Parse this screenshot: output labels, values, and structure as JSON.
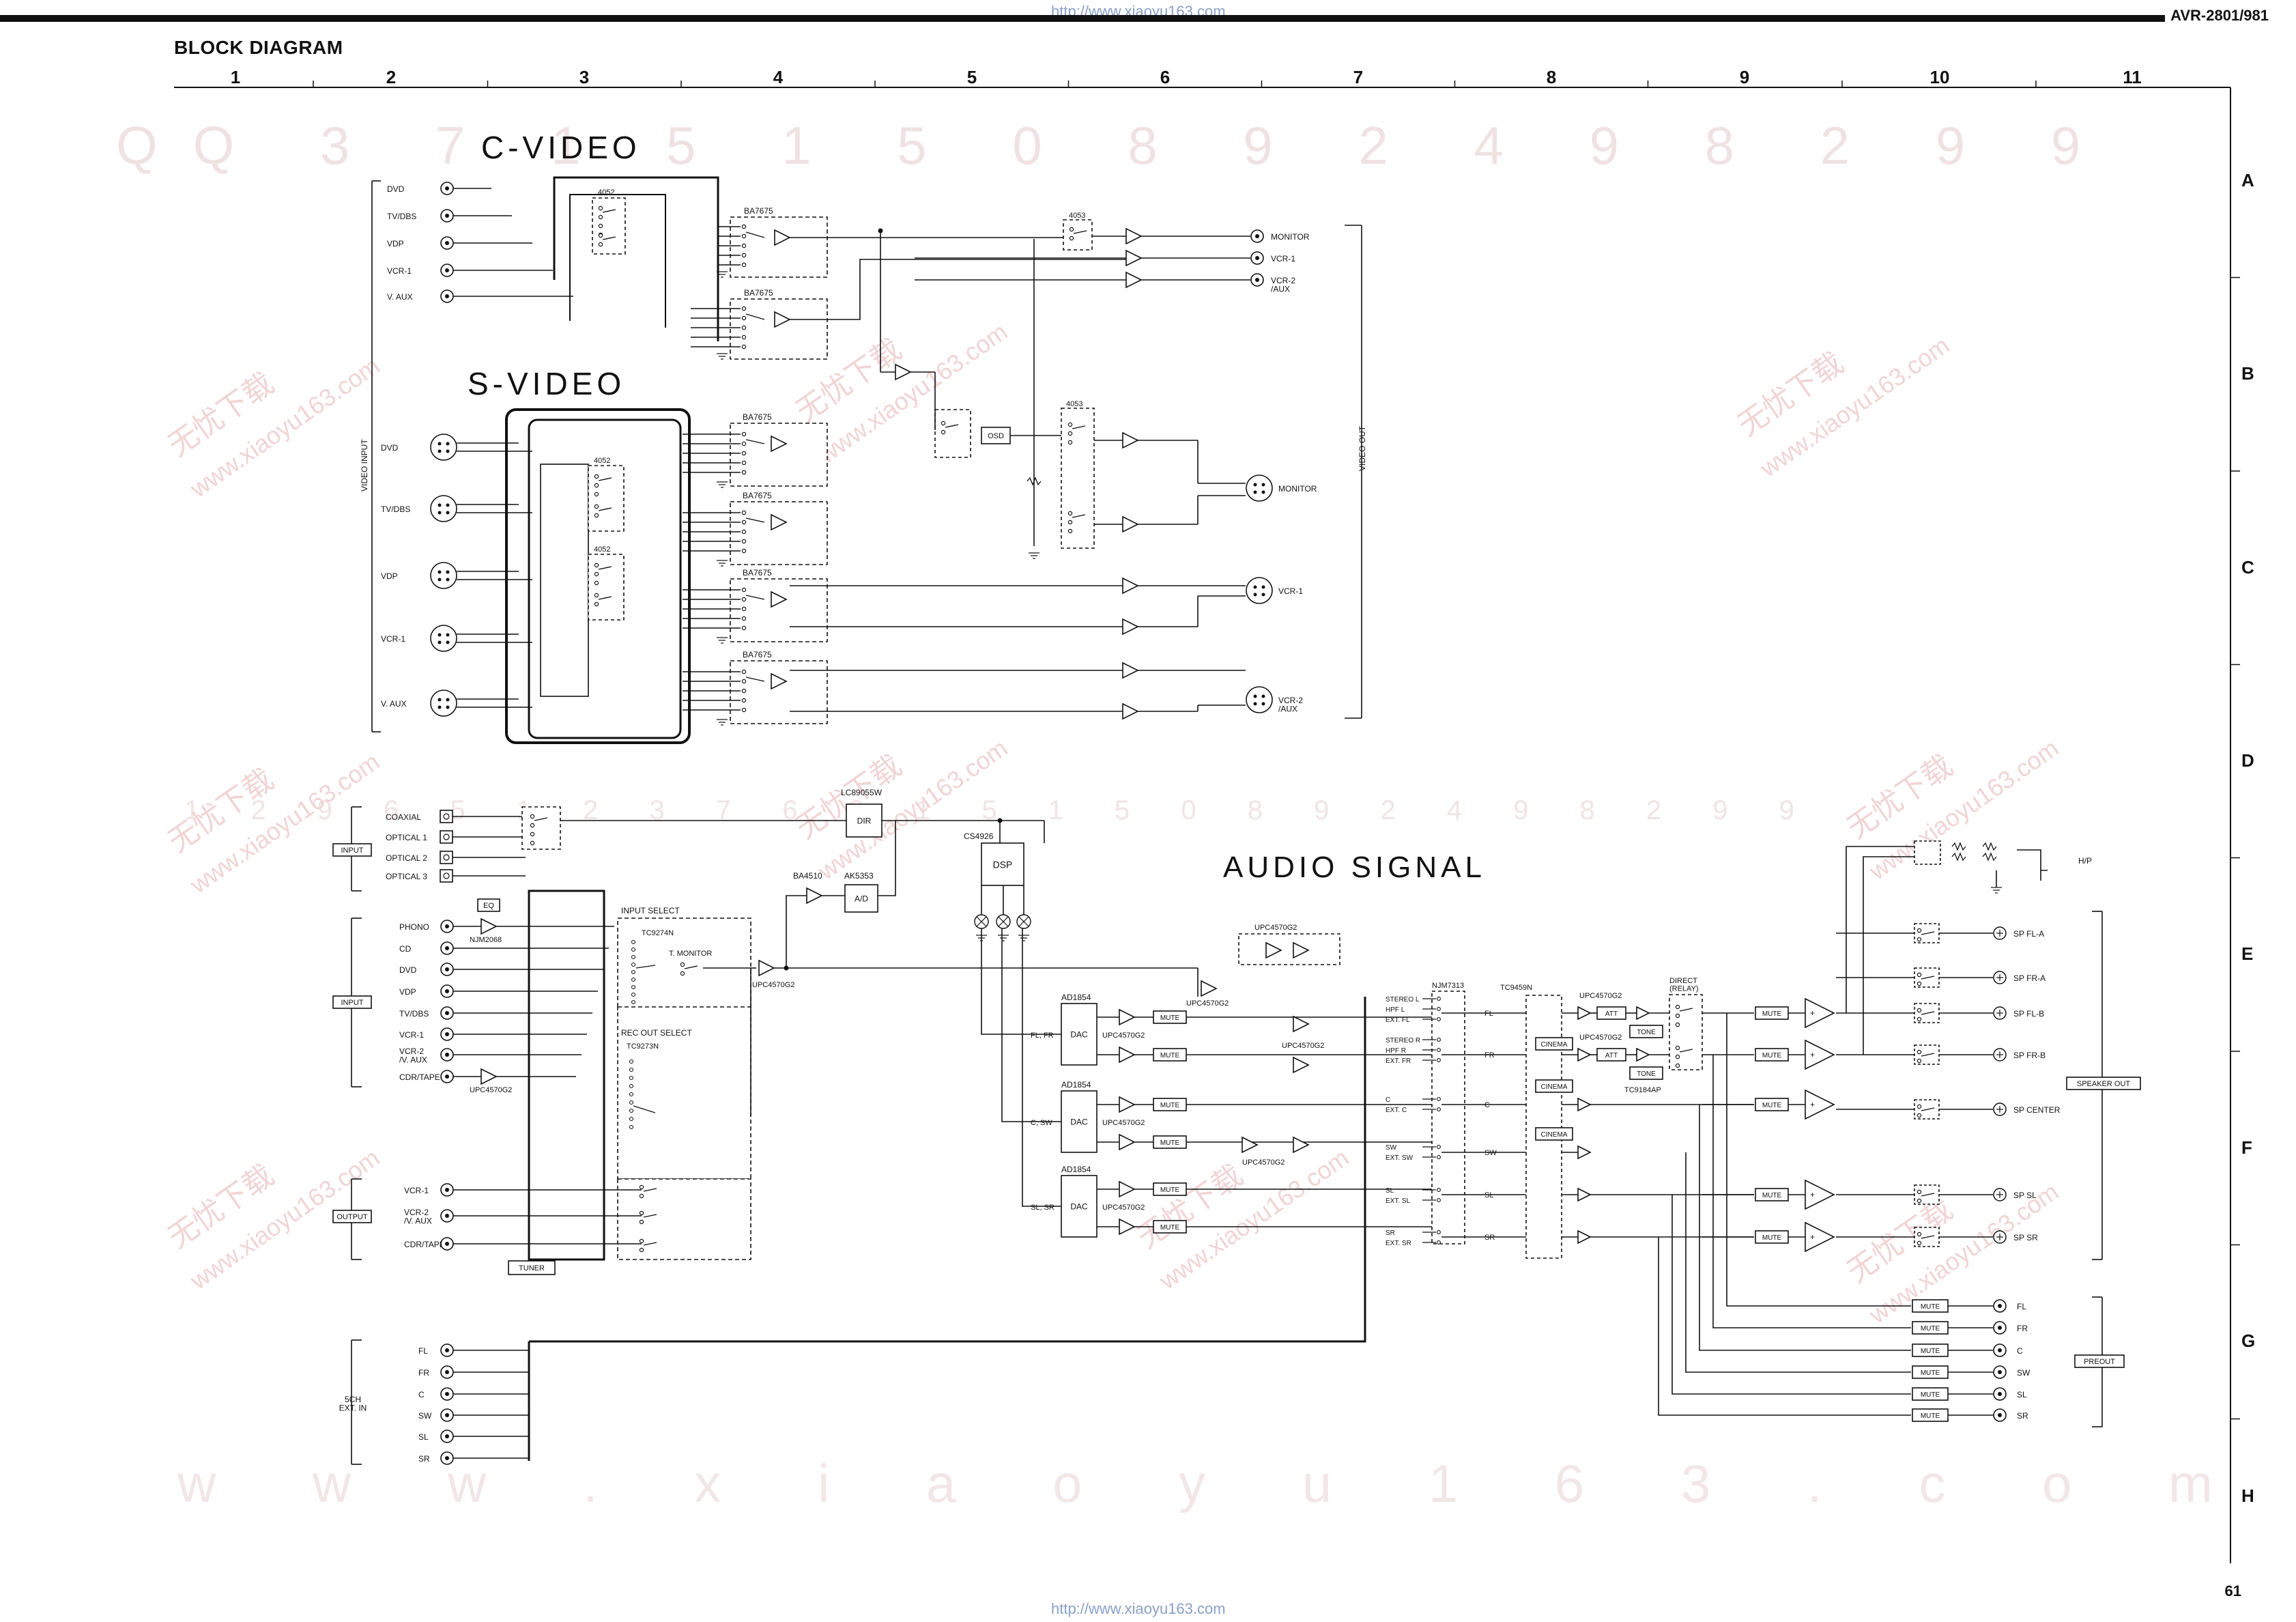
{
  "header": {
    "url": "http://www.xiaoyu163.com",
    "model": "AVR-2801/981",
    "title": "BLOCK DIAGRAM",
    "page": "61"
  },
  "grid": {
    "columns": [
      "1",
      "2",
      "3",
      "4",
      "5",
      "6",
      "7",
      "8",
      "9",
      "10",
      "11"
    ],
    "rows": [
      "A",
      "B",
      "C",
      "D",
      "E",
      "F",
      "G",
      "H"
    ]
  },
  "sections": {
    "cvideo": "C-VIDEO",
    "svideo": "S-VIDEO",
    "audio": "AUDIO SIGNAL"
  },
  "watermarks": {
    "top_digits": "QQ 3 7 1 5 1 5 0   8 9 2 4 9 8 2 9 9",
    "mid_digits": "1 2 9 6 5 1 2 3 7 6 3 1 5 1 5 0 8 9 2 4 9 8 2 9 9",
    "bottom": "w w w . x i a o y u 1 6 3 . c o m",
    "cn": "无忧下载",
    "site": "www.xiaoyu163.com"
  },
  "cvideo": {
    "inputs": [
      "DVD",
      "TV/DBS",
      "VDP",
      "VCR-1",
      "V. AUX"
    ],
    "ic_4052": "4052",
    "ba7675": "BA7675",
    "ic_4053": "4053",
    "outputs": [
      "MONITOR",
      "VCR-1",
      "VCR-2\n/AUX"
    ]
  },
  "svideo": {
    "inputs": [
      "DVD",
      "TV/DBS",
      "VDP",
      "VCR-1",
      "V. AUX"
    ],
    "ic_4052a": "4052",
    "ic_4052b": "4052",
    "ba7675": "BA7675",
    "ic_4053": "4053",
    "osd": "OSD",
    "outputs": [
      "MONITOR",
      "VCR-1",
      "VCR-2\n/AUX"
    ],
    "video_input": "VIDEO INPUT",
    "video_out": "VIDEO OUT"
  },
  "audio": {
    "digital_inputs": [
      "COAXIAL",
      "OPTICAL 1",
      "OPTICAL 2",
      "OPTICAL 3"
    ],
    "input_label": "INPUT",
    "dir_label": "DIR",
    "lc89055w": "LC89055W",
    "cs4926": "CS4926",
    "dsp": "DSP",
    "ba4510": "BA4510",
    "ak5353": "AK5353",
    "ad": "A/D",
    "analog_inputs": [
      "PHONO",
      "CD",
      "DVD",
      "VDP",
      "TV/DBS",
      "VCR-1",
      "VCR-2\n/V. AUX",
      "CDR/TAPE"
    ],
    "eq": "EQ",
    "njm2068": "NJM2068",
    "upc4570g2": "UPC4570G2",
    "input_select": "INPUT SELECT",
    "tc9274n": "TC9274N",
    "t_monitor": "T. MONITOR",
    "rec_out_select": "REC OUT SELECT",
    "tc9273n": "TC9273N",
    "output_label": "OUTPUT",
    "rec_outputs": [
      "VCR-1",
      "VCR-2\n/V. AUX",
      "CDR/TAPE"
    ],
    "tuner": "TUNER",
    "ext_in_label": "5CH\nEXT. IN",
    "ext_inputs": [
      "FL",
      "FR",
      "C",
      "SW",
      "SL",
      "SR"
    ],
    "ad1854": "AD1854",
    "dac": "DAC",
    "mute": "MUTE",
    "dac_pairs": [
      "FL, FR",
      "C, SW",
      "SL, SR"
    ],
    "njm7313": "NJM7313",
    "selector_lines": [
      "STEREO L",
      "HPF L",
      "EXT. FL",
      "STEREO R",
      "HPF R",
      "EXT. FR",
      "C",
      "EXT. C",
      "SW",
      "EXT. SW",
      "SL",
      "EXT. SL",
      "SR",
      "EXT. SR"
    ],
    "channels": [
      "FL",
      "FR",
      "C",
      "SW",
      "SL",
      "SR"
    ],
    "tc9459n": "TC9459N",
    "cinema": "CINEMA",
    "att": "ATT",
    "tone": "TONE",
    "tc9184ap": "TC9184AP",
    "direct_relay": "DIRECT\n(RELAY)",
    "speaker_outputs": [
      "SP FL-A",
      "SP FR-A",
      "SP FL-B",
      "SP FR-B",
      "SP CENTER",
      "SP SL",
      "SP SR"
    ],
    "speaker_out_label": "SPEAKER OUT",
    "hp": "H/P",
    "preout_outputs": [
      "FL",
      "FR",
      "C",
      "SW",
      "SL",
      "SR"
    ],
    "preout_label": "PREOUT"
  }
}
